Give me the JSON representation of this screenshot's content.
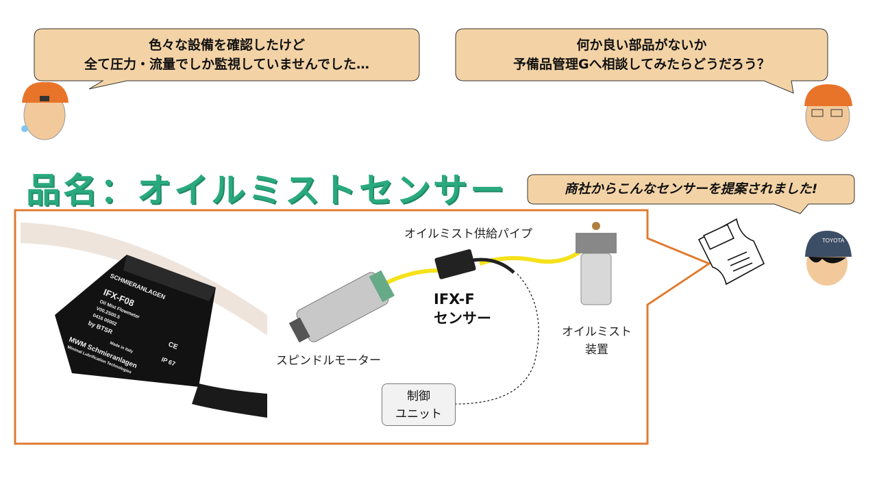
{
  "bubbles": {
    "left": {
      "line1": "色々な設備を確認したけど",
      "line2": "全て圧力・流量でしか監視していませんでした…"
    },
    "right": {
      "line1": "何か良い部品がないか",
      "line2": "予備品管理Gへ相談してみたらどうだろう？"
    },
    "proposal": {
      "text": "商社からこんなセンサーを提案されました!"
    }
  },
  "title": "品名：オイルミストセンサー",
  "diagram": {
    "pipe_label": "オイルミスト供給パイプ",
    "sensor_label_1": "IFX-F",
    "sensor_label_2": "センサー",
    "device_label_1": "オイルミスト",
    "device_label_2": "装置",
    "motor_label": "スピンドルモーター",
    "control_label_1": "制御",
    "control_label_2": "ユニット"
  },
  "photo_text": {
    "brand": "SCHMIERANLAGEN",
    "model": "IFX-F08",
    "desc": "Oil Mist Flowmeter",
    "ver": "V00.2S00.5",
    "serial": "0416 00002",
    "by": "by BTSR",
    "made": "Made in Italy",
    "ce": "CE",
    "ip": "IP 67",
    "maker": "MWM Schmieranlagen",
    "tagline": "Minimal Lubrification Technologies"
  },
  "cap_text": "TOYOTA",
  "colors": {
    "accent_green": "#2aa97f",
    "frame_orange": "#e07b30",
    "bubble_fill": "#f3d3a6",
    "pipe_yellow": "#f5e21a"
  }
}
